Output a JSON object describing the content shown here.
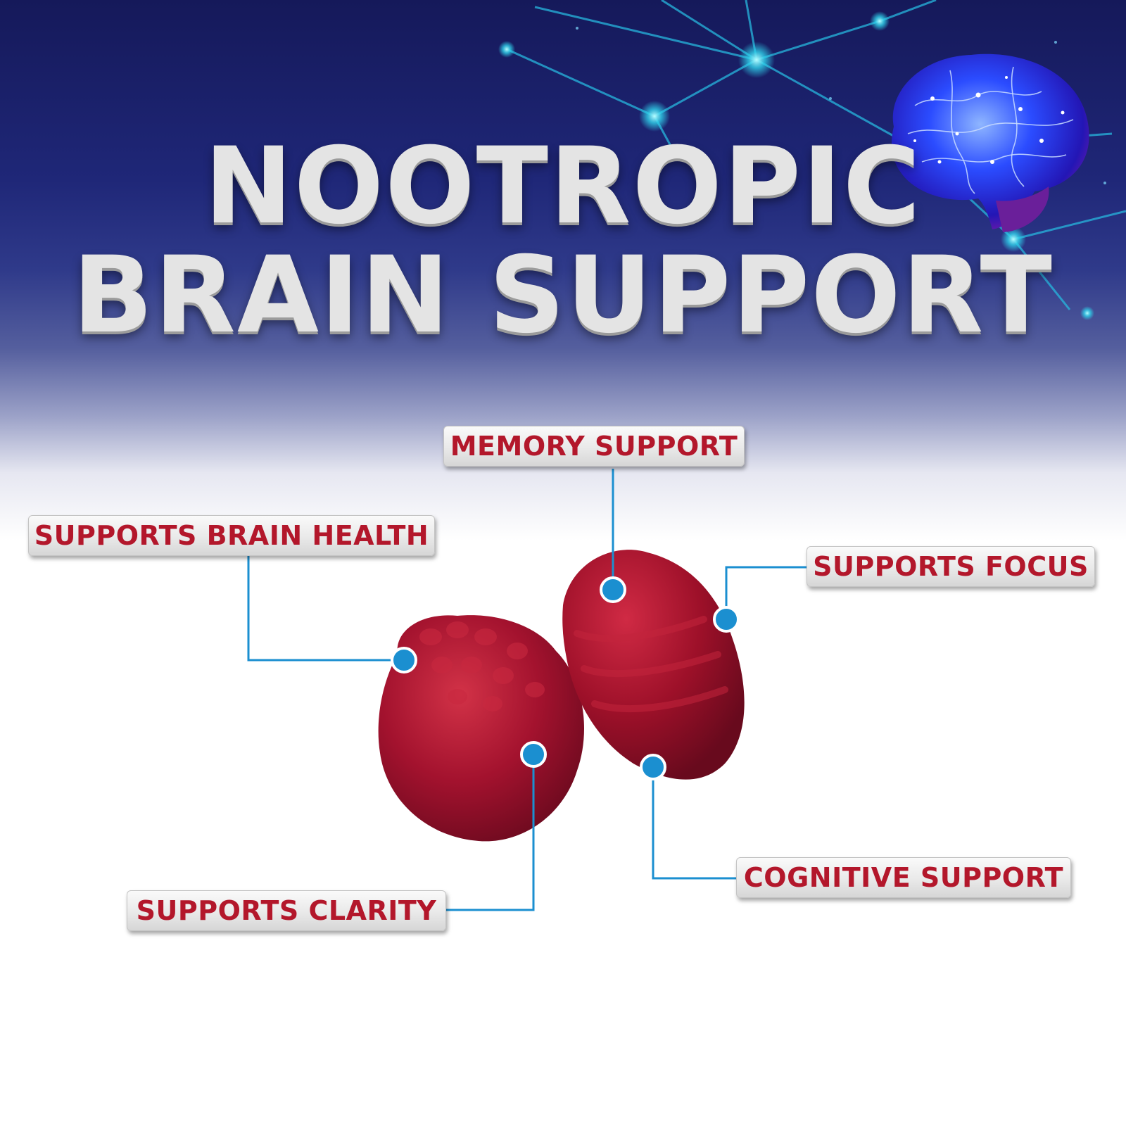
{
  "headline": {
    "line1": "NOOTROPIC",
    "line2": "BRAIN SUPPORT"
  },
  "benefits": {
    "memory": "MEMORY SUPPORT",
    "brain_health": "SUPPORTS BRAIN HEALTH",
    "focus": "SUPPORTS FOCUS",
    "clarity": "SUPPORTS CLARITY",
    "cognitive": "COGNITIVE SUPPORT"
  },
  "colors": {
    "background_top": "#15195a",
    "headline_text": "#e4e4e4",
    "label_text": "#b3172b",
    "callout_line": "#1b8fd0",
    "gummy": "#a3122e"
  },
  "icons": [
    "brain-icon",
    "neural-network-graphic"
  ]
}
